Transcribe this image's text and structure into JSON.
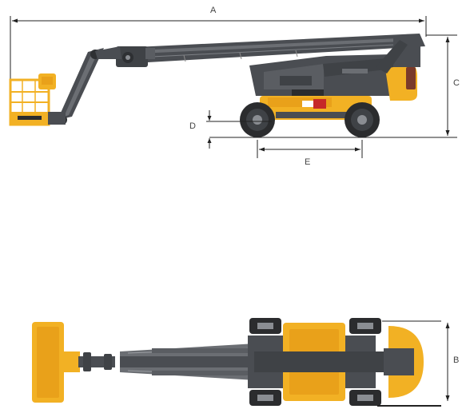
{
  "labels": {
    "a": "A",
    "b": "B",
    "c": "C",
    "d": "D",
    "e": "E"
  },
  "colors": {
    "body_yellow": "#f2b124",
    "dark_gray": "#4a4d52",
    "mid_gray": "#6b6e73",
    "tire": "#2b2c2e",
    "dim_line": "#222222"
  }
}
